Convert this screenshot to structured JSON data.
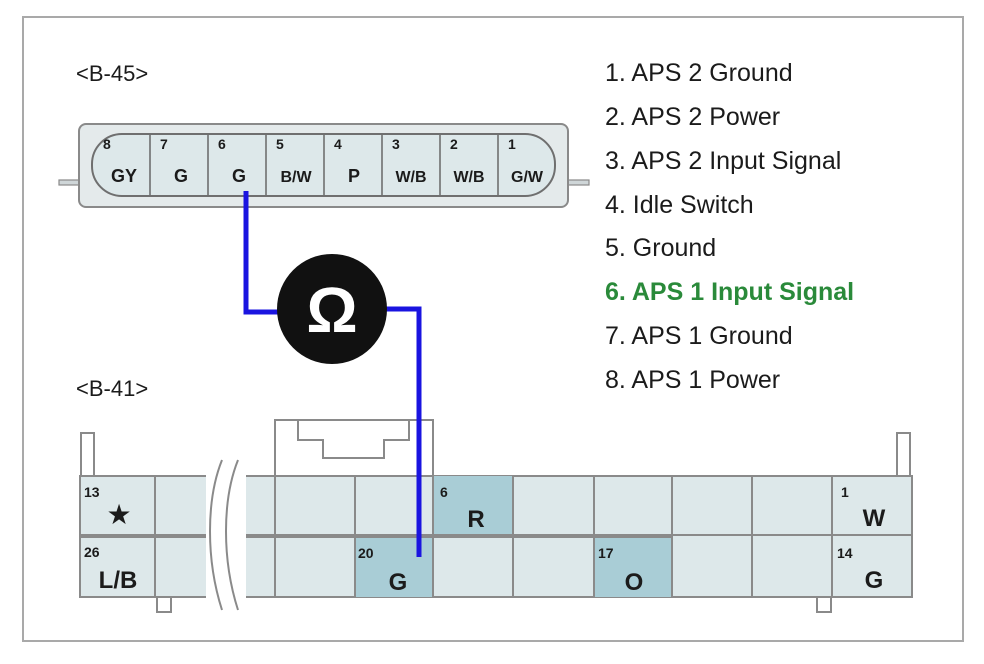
{
  "connectors": {
    "top": {
      "id": "<B-45>",
      "pins": [
        {
          "num": "8",
          "color": "GY"
        },
        {
          "num": "7",
          "color": "G"
        },
        {
          "num": "6",
          "color": "G"
        },
        {
          "num": "5",
          "color": "B/W"
        },
        {
          "num": "4",
          "color": "P"
        },
        {
          "num": "3",
          "color": "W/B"
        },
        {
          "num": "2",
          "color": "W/B"
        },
        {
          "num": "1",
          "color": "G/W"
        }
      ]
    },
    "bottom": {
      "id": "<B-41>",
      "pins": [
        {
          "num": "13",
          "color": "★"
        },
        {
          "num": "6",
          "color": "R"
        },
        {
          "num": "1",
          "color": "W"
        },
        {
          "num": "26",
          "color": "L/B"
        },
        {
          "num": "20",
          "color": "G"
        },
        {
          "num": "17",
          "color": "O"
        },
        {
          "num": "14",
          "color": "G"
        }
      ]
    }
  },
  "meter": {
    "symbol": "Ω"
  },
  "legend": [
    {
      "text": "1. APS 2 Ground",
      "highlight": false
    },
    {
      "text": "2. APS 2 Power",
      "highlight": false
    },
    {
      "text": "3. APS 2 Input Signal",
      "highlight": false
    },
    {
      "text": "4. Idle Switch",
      "highlight": false
    },
    {
      "text": "5. Ground",
      "highlight": false
    },
    {
      "text": "6. APS 1 Input Signal",
      "highlight": true
    },
    {
      "text": "7. APS 1 Ground",
      "highlight": false
    },
    {
      "text": "8. APS 1 Power",
      "highlight": false
    }
  ],
  "colors": {
    "pin_fill": "#dde8ea",
    "pin_fill_active": "#a9cdd6",
    "connector_fill": "#e4eaeb",
    "grid_line": "#8a8a8a",
    "wire": "#1a14e0",
    "highlight_text": "#2a8a3a",
    "text": "#1b1b1b"
  }
}
